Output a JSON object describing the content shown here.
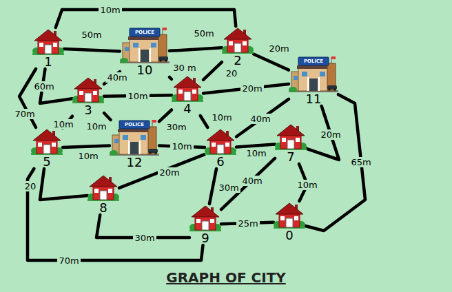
{
  "diagram": {
    "title": "GRAPH OF CITY",
    "nodes": [
      {
        "text": [
          "1"
        ]
      },
      {
        "text": [
          "10"
        ]
      },
      {
        "text": [
          "2"
        ]
      },
      {
        "text": [
          "11"
        ]
      },
      {
        "text": [
          "3"
        ]
      },
      {
        "text": [
          "4"
        ]
      },
      {
        "text": [
          "5"
        ]
      },
      {
        "text": [
          "12"
        ]
      },
      {
        "text": [
          "6"
        ]
      },
      {
        "text": [
          "7"
        ]
      },
      {
        "text": [
          "8"
        ]
      },
      {
        "text": [
          "9"
        ]
      },
      {
        "text": [
          "0"
        ]
      }
    ],
    "edges": [
      {
        "from": 0,
        "to": 2,
        "label": "10m",
        "arrow": "none"
      },
      {
        "from": 0,
        "to": 1,
        "label": "50m",
        "arrow": "none"
      },
      {
        "from": 1,
        "to": 2,
        "label": "50m",
        "arrow": "none"
      },
      {
        "from": 2,
        "to": 3,
        "label": "20m",
        "arrow": "none"
      },
      {
        "from": 2,
        "to": 5,
        "label": "20",
        "arrow": "none"
      },
      {
        "from": 0,
        "to": 4,
        "label": "60m",
        "arrow": "none"
      },
      {
        "from": 0,
        "to": 6,
        "label": "70m",
        "arrow": "none"
      },
      {
        "from": 4,
        "to": 1,
        "label": "40m",
        "arrow": "none"
      },
      {
        "from": 1,
        "to": 5,
        "label": "30 m",
        "arrow": "none"
      },
      {
        "from": 4,
        "to": 5,
        "label": "10m",
        "arrow": "none"
      },
      {
        "from": 5,
        "to": 3,
        "label": "20m",
        "arrow": "none"
      },
      {
        "from": 4,
        "to": 6,
        "label": "10m",
        "arrow": "none"
      },
      {
        "from": 4,
        "to": 7,
        "label": "10m",
        "arrow": "none"
      },
      {
        "from": 5,
        "to": 7,
        "label": "30m",
        "arrow": "none"
      },
      {
        "from": 5,
        "to": 8,
        "label": "10m",
        "arrow": "none"
      },
      {
        "from": 8,
        "to": 3,
        "label": "40m",
        "arrow": "none"
      },
      {
        "from": 3,
        "to": 9,
        "label": "20m",
        "arrow": "none"
      },
      {
        "from": 6,
        "to": 7,
        "label": "10m",
        "arrow": "none"
      },
      {
        "from": 7,
        "to": 8,
        "label": "10m",
        "arrow": "none"
      },
      {
        "from": 8,
        "to": 9,
        "label": "10m",
        "arrow": "none"
      },
      {
        "from": 9,
        "to": 12,
        "label": "10m",
        "arrow": "none"
      },
      {
        "from": 11,
        "to": 9,
        "label": "40m",
        "arrow": "none"
      },
      {
        "from": 8,
        "to": 11,
        "label": "30m",
        "arrow": "none"
      },
      {
        "from": 8,
        "to": 10,
        "label": "20m",
        "arrow": "none"
      },
      {
        "from": 6,
        "to": 10,
        "label": "20",
        "arrow": "none"
      },
      {
        "from": 10,
        "to": 11,
        "label": "30m",
        "arrow": "none"
      },
      {
        "from": 11,
        "to": 12,
        "label": "25m",
        "arrow": "none"
      },
      {
        "from": 6,
        "to": 11,
        "label": "70m",
        "arrow": "none"
      },
      {
        "from": 3,
        "to": 12,
        "label": "65m",
        "arrow": "none"
      }
    ],
    "labels": [
      "POLICE",
      "POLICE",
      "POLICE"
    ]
  }
}
